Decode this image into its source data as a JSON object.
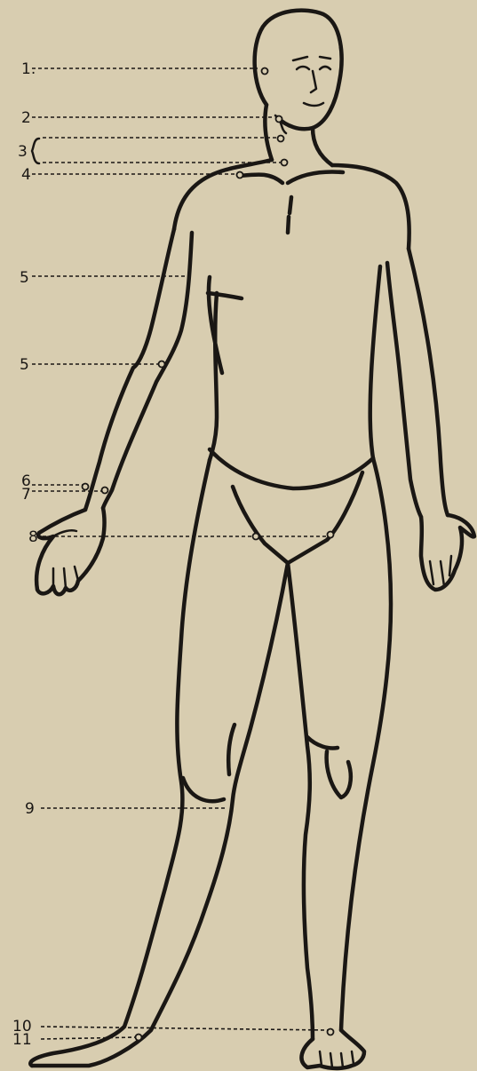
{
  "labels": [
    {
      "id": "label-1",
      "text": "1."
    },
    {
      "id": "label-2",
      "text": "2"
    },
    {
      "id": "label-3",
      "text": "3"
    },
    {
      "id": "label-4",
      "text": "4"
    },
    {
      "id": "label-5a",
      "text": "5"
    },
    {
      "id": "label-5b",
      "text": "5"
    },
    {
      "id": "label-6",
      "text": "6"
    },
    {
      "id": "label-7",
      "text": "7"
    },
    {
      "id": "label-8",
      "text": "8"
    },
    {
      "id": "label-9",
      "text": "9"
    },
    {
      "id": "label-10",
      "text": "10"
    },
    {
      "id": "label-11",
      "text": "11"
    }
  ]
}
